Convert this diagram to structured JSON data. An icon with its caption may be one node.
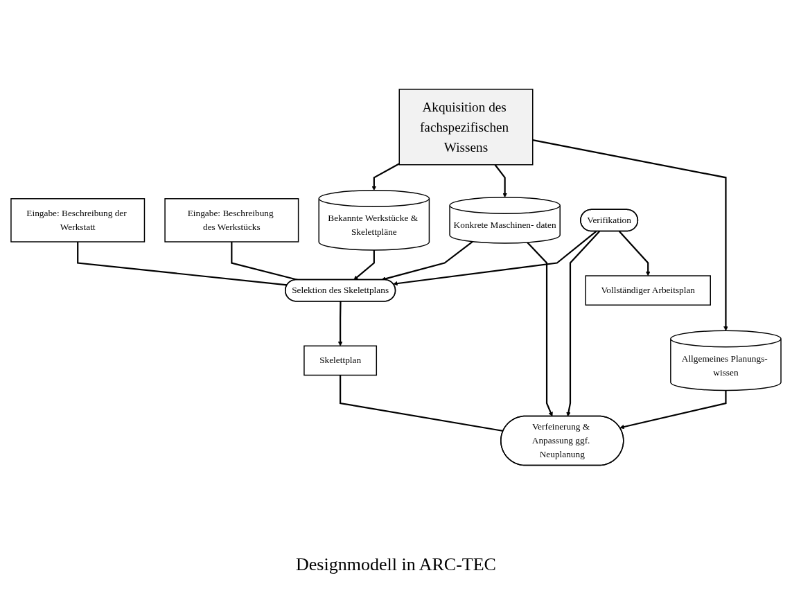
{
  "diagram": {
    "caption": "Designmodell in ARC-TEC",
    "nodes": [
      {
        "text": [
          "Akquisition des fachspezifischen Wissens"
        ]
      },
      {
        "text": [
          "Eingabe: Beschreibung der Werkstatt"
        ]
      },
      {
        "text": [
          "Eingabe: Beschreibung des Werkstücks"
        ]
      },
      {
        "text": [
          "Bekannte Werkstücke & Skelettpläne"
        ]
      },
      {
        "text": [
          "Selektion des Skelettplans"
        ]
      },
      {
        "text": [
          "Skelettplan"
        ]
      },
      {
        "text": [
          "Konkrete Maschinen- daten"
        ]
      },
      {
        "text": [
          "Verfeinerung & Anpassung ggf. Neuplanung"
        ]
      },
      {
        "text": [
          "Verifikation"
        ]
      },
      {
        "text": [
          "Allgemeines Planungs- wissen"
        ]
      },
      {
        "text": [
          "Vollständiger Arbeitsplan"
        ]
      }
    ],
    "edges": [
      {
        "from": 0,
        "to": 3,
        "arrow": "to"
      },
      {
        "from": 0,
        "to": 6,
        "arrow": "to"
      },
      {
        "from": 0,
        "to": 9,
        "arrow": "to"
      },
      {
        "from": 1,
        "to": 4,
        "arrow": "none"
      },
      {
        "from": 2,
        "to": 4,
        "arrow": "none"
      },
      {
        "from": 3,
        "to": 4,
        "arrow": "to"
      },
      {
        "from": 6,
        "to": 4,
        "arrow": "to"
      },
      {
        "from": 6,
        "to": 7,
        "arrow": "to"
      },
      {
        "from": 9,
        "to": 7,
        "arrow": "to"
      },
      {
        "from": 4,
        "to": 5,
        "arrow": "to"
      },
      {
        "from": 5,
        "to": 7,
        "arrow": "none"
      },
      {
        "from": 8,
        "to": 4,
        "arrow": "to"
      },
      {
        "from": 8,
        "to": 7,
        "arrow": "to"
      },
      {
        "from": 8,
        "to": 10,
        "arrow": "to"
      }
    ]
  }
}
